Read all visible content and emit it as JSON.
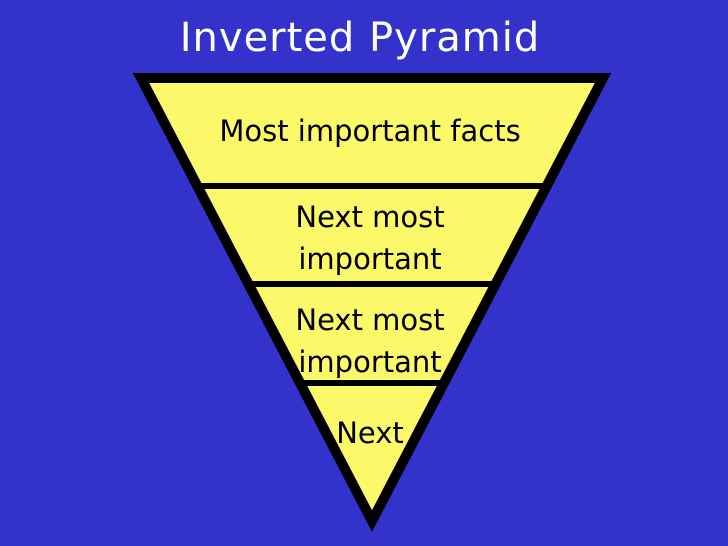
{
  "slide": {
    "title": "Inverted Pyramid",
    "background_color": "#3333CB",
    "title_color": "#FFFFFF",
    "pyramid": {
      "fill_color": "#FBF96A",
      "outline_color": "#000000",
      "text_color": "#000000",
      "sections": [
        {
          "lines": [
            "Most important facts"
          ]
        },
        {
          "lines": [
            "Next most",
            "important"
          ]
        },
        {
          "lines": [
            "Next most",
            "important"
          ]
        },
        {
          "lines": [
            "Next"
          ]
        }
      ]
    }
  }
}
